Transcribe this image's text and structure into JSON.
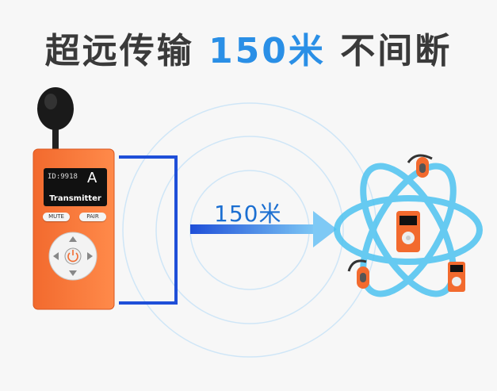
{
  "headline": {
    "part1": "超远传输 ",
    "accent": "150米",
    "part2": " 不间断",
    "accent_color": "#2a8fe6"
  },
  "distance_label": "150米",
  "transmitter": {
    "screen_id": "ID:9918",
    "screen_channel": "A",
    "label": "Transmitter",
    "mute_label": "MUTE",
    "pair_label": "PAIR",
    "body_color": "#f26a2e"
  },
  "colors": {
    "ring": "#cfe6f7",
    "arrow": "#2a7fe0",
    "bracket": "#1f4fd8",
    "orbit": "#4dc3f0"
  }
}
